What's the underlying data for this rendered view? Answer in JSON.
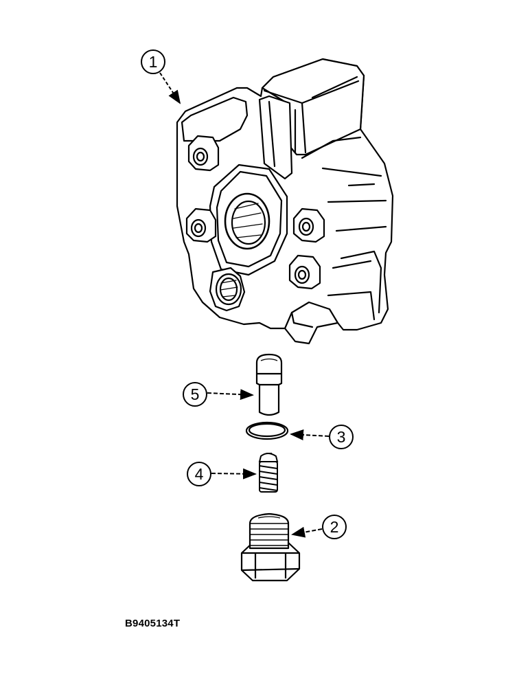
{
  "callouts": [
    {
      "id": "1",
      "label": "1"
    },
    {
      "id": "2",
      "label": "2"
    },
    {
      "id": "3",
      "label": "3"
    },
    {
      "id": "4",
      "label": "4"
    },
    {
      "id": "5",
      "label": "5"
    }
  ],
  "figure_code": "B9405134T"
}
